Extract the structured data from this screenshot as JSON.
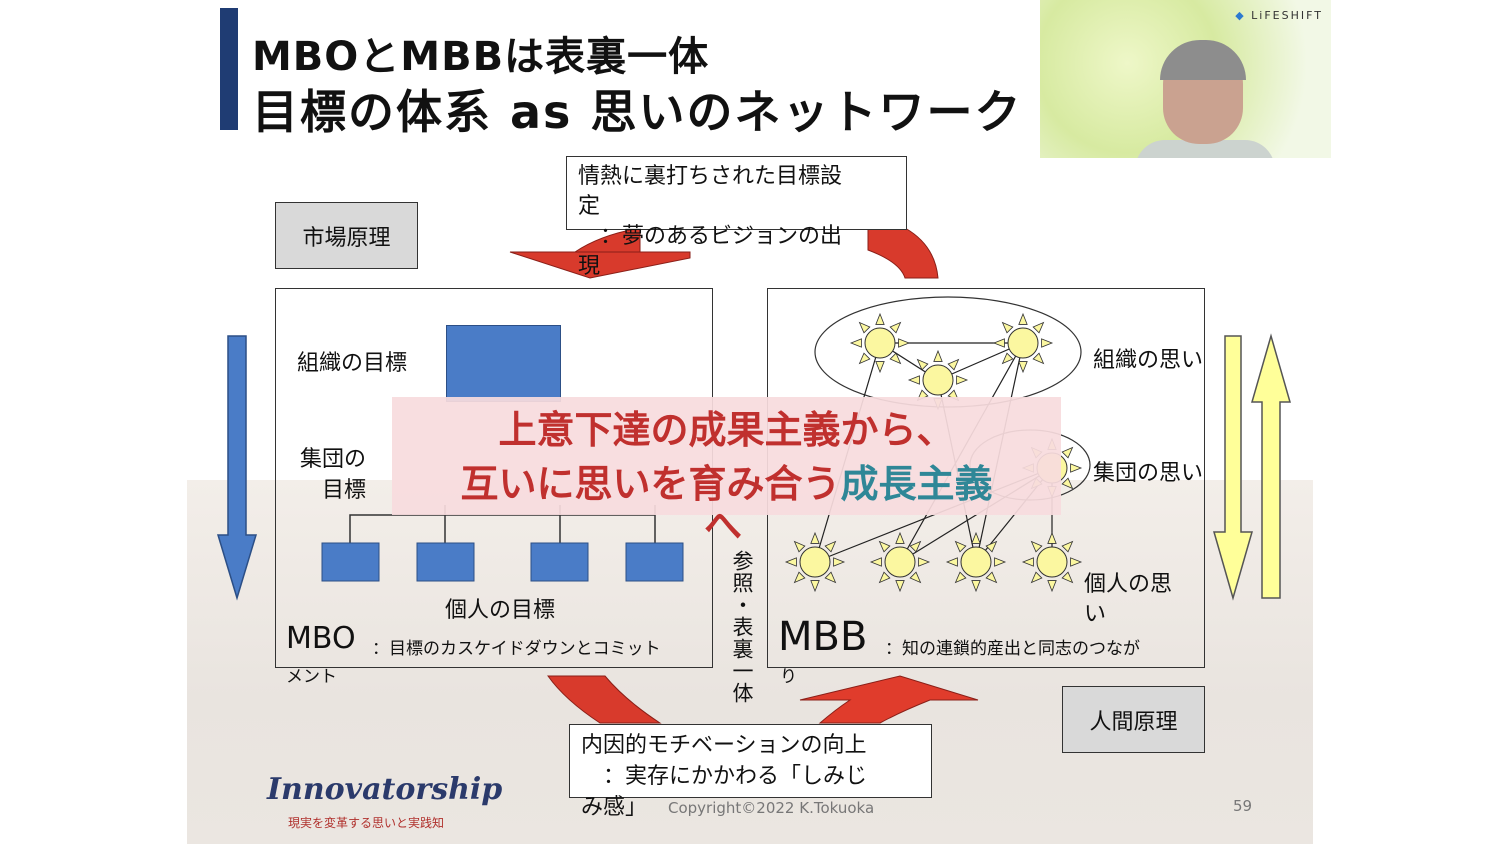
{
  "slide": {
    "title_line1": "MBOとMBBは表裏一体",
    "title_line2": "目標の体系 as 思いのネットワーク",
    "top_note": "情熱に裏打ちされた目標設定\n　：夢のあるビジョンの出現",
    "top_note_lines": [
      "情熱に裏打ちされた目標設",
      "定",
      "　：夢のあるビジョンの出",
      "現"
    ],
    "market_principle": "市場原理",
    "human_principle": "人間原理",
    "left_panel": {
      "org_goal": "組織の目標",
      "group_goal_lines": [
        "集団の",
        "目標"
      ],
      "individual_goal": "個人の目標",
      "mbo_label": "MBO",
      "mbo_desc": "：目標のカスケイドダウンとコミット",
      "mbo_desc_wrap": "メント"
    },
    "right_panel": {
      "org_thought": "組織の思い",
      "group_thought": "集団の思い",
      "individual_thought_lines": [
        "個人の思",
        "い"
      ],
      "mbb_label": "MBB",
      "mbb_desc": "：知の連鎖的産出と同志のつなが",
      "mbb_desc_wrap": "り"
    },
    "center_vertical": "参照・表裏一体",
    "bottom_note_lines": [
      "内因的モチベーションの向上",
      "　：実存にかかわる「しみじ",
      "み感」"
    ],
    "copyright": "Copyright©2022 K.Tokuoka",
    "page_number": "59",
    "brand": "Innovatorship",
    "brand_tagline": "現実を変革する思いと実践知",
    "overlay_line1": "上意下達の成果主義から、",
    "overlay_line2_red": "互いに思いを育み合う",
    "overlay_line2_teal": "成長主義",
    "overlay_tail": "へ"
  },
  "video": {
    "logo_text": "LiFESHIFT"
  },
  "colors": {
    "title_bar": "#1f3c73",
    "goal_blue": "#4a7cc7",
    "sun_yellow": "#fbf7a0",
    "arrow_red": "#d83a2c",
    "arrow_yellow": "#ffff99",
    "overlay_red": "#c0302e",
    "overlay_teal": "#2f8797"
  }
}
